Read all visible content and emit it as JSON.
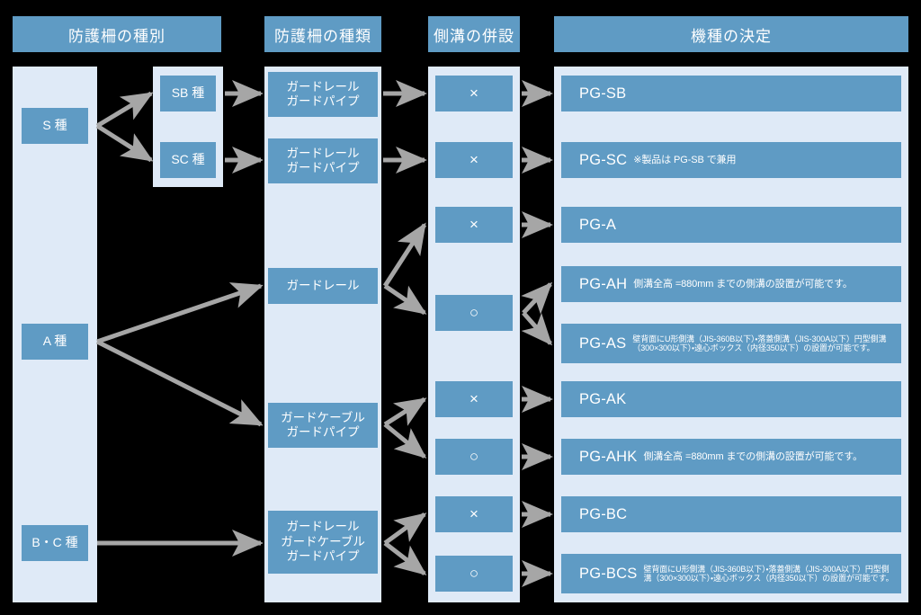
{
  "palette": {
    "background": "#000000",
    "column_fill": "#dfeaf7",
    "box_fill": "#5f9bc4",
    "box_text": "#ffffff",
    "arrow": "#a6a6a6",
    "header_fill": "#5f9bc4"
  },
  "headers": [
    {
      "label": "防護柵の種別"
    },
    {
      "label": "防護柵の種類"
    },
    {
      "label": "側溝の併設"
    },
    {
      "label": "機種の決定"
    }
  ],
  "column1": {
    "title": "防護柵の種別",
    "items": [
      {
        "label": "S 種"
      },
      {
        "label": "A 種"
      },
      {
        "label": "B・C 種"
      }
    ]
  },
  "column1b": {
    "items": [
      {
        "label": "SB 種"
      },
      {
        "label": "SC 種"
      }
    ]
  },
  "column2": {
    "title": "防護柵の種類",
    "items": [
      {
        "label": "ガードレール\nガードパイプ"
      },
      {
        "label": "ガードレール\nガードパイプ"
      },
      {
        "label": "ガードレール"
      },
      {
        "label": "ガードケーブル\nガードパイプ"
      },
      {
        "label": "ガードレール\nガードケーブル\nガードパイプ"
      }
    ]
  },
  "column3": {
    "title": "側溝の併設",
    "items": [
      {
        "label": "×"
      },
      {
        "label": "×"
      },
      {
        "label": "×"
      },
      {
        "label": "○"
      },
      {
        "label": "×"
      },
      {
        "label": "○"
      },
      {
        "label": "×"
      },
      {
        "label": "○"
      }
    ]
  },
  "column4": {
    "title": "機種の決定",
    "items": [
      {
        "code": "PG-SB",
        "note": ""
      },
      {
        "code": "PG-SC",
        "note": "※製品は PG-SB で兼用"
      },
      {
        "code": "PG-A",
        "note": ""
      },
      {
        "code": "PG-AH",
        "note": "側溝全高 =880mm までの側溝の設置が可能です。"
      },
      {
        "code": "PG-AS",
        "note": "壁背面にU形側溝（JIS-360B以下）・落蓋側溝（JIS-300A以下）円型側溝\n（300×300以下）・遠心ボックス（内径350以下）の設置が可能です。"
      },
      {
        "code": "PG-AK",
        "note": ""
      },
      {
        "code": "PG-AHK",
        "note": "側溝全高 =880mm までの側溝の設置が可能です。"
      },
      {
        "code": "PG-BC",
        "note": ""
      },
      {
        "code": "PG-BCS",
        "note": "壁背面にU形側溝（JIS-360B以下）・落蓋側溝（JIS-300A以下）円型側\n溝（300×300以下）・遠心ボックス（内径350以下）の設置が可能です。"
      }
    ]
  }
}
